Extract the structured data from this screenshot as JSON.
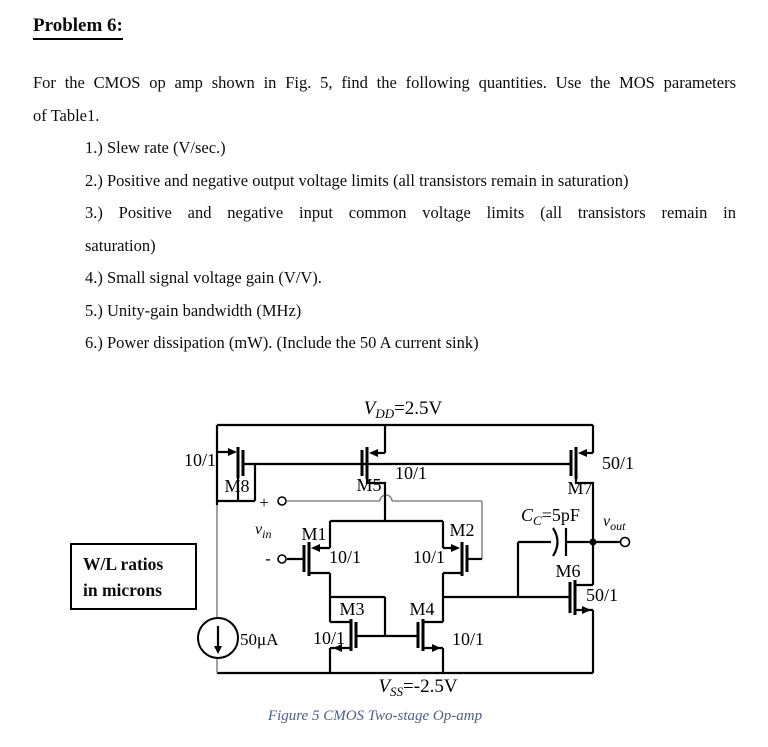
{
  "document": {
    "title": "Problem 6:",
    "intro": [
      "For the CMOS op amp shown in Fig. 5, find the following quantities. Use the MOS parameters",
      "of Table1."
    ],
    "items": [
      "1.) Slew rate (V/sec.)",
      "2.) Positive and negative output voltage limits (all transistors remain in saturation)",
      "3.) Positive and negative input common voltage limits (all transistors remain in",
      "saturation)",
      "4.) Small signal voltage gain (V/V).",
      "5.) Unity-gain bandwidth (MHz)",
      "6.) Power dissipation (mW). (Include the 50 A current sink)"
    ]
  },
  "figure": {
    "caption": "Figure 5 CMOS Two-stage Op-amp",
    "caption_color": "#4f5e86",
    "ink_color": "#000000",
    "wire_gray_color": "#8a8a8a",
    "note": {
      "line1": "W/L ratios",
      "line2": "in microns"
    },
    "supply_top": {
      "sym": "V",
      "sub": "DD",
      "value": "=2.5V"
    },
    "supply_bottom": {
      "sym": "V",
      "sub": "SS",
      "value": "=-2.5V"
    },
    "bias_current": "50μA",
    "cap": {
      "sym": "C",
      "sub": "C",
      "value": "=5pF"
    },
    "input": {
      "plus": "+",
      "minus": "-",
      "sym": "v",
      "sub": "in"
    },
    "output": {
      "sym": "v",
      "sub": "out"
    },
    "transistors": {
      "m1": {
        "name": "M1",
        "ratio": "10/1"
      },
      "m2": {
        "name": "M2",
        "ratio": "10/1"
      },
      "m3": {
        "name": "M3",
        "ratio": "10/1"
      },
      "m4": {
        "name": "M4",
        "ratio": "10/1"
      },
      "m5": {
        "name": "M5",
        "ratio": "10/1"
      },
      "m6": {
        "name": "M6",
        "ratio": "50/1"
      },
      "m7": {
        "name": "M7",
        "ratio": "50/1"
      },
      "m8": {
        "name": "M8",
        "ratio": "10/1"
      }
    }
  }
}
